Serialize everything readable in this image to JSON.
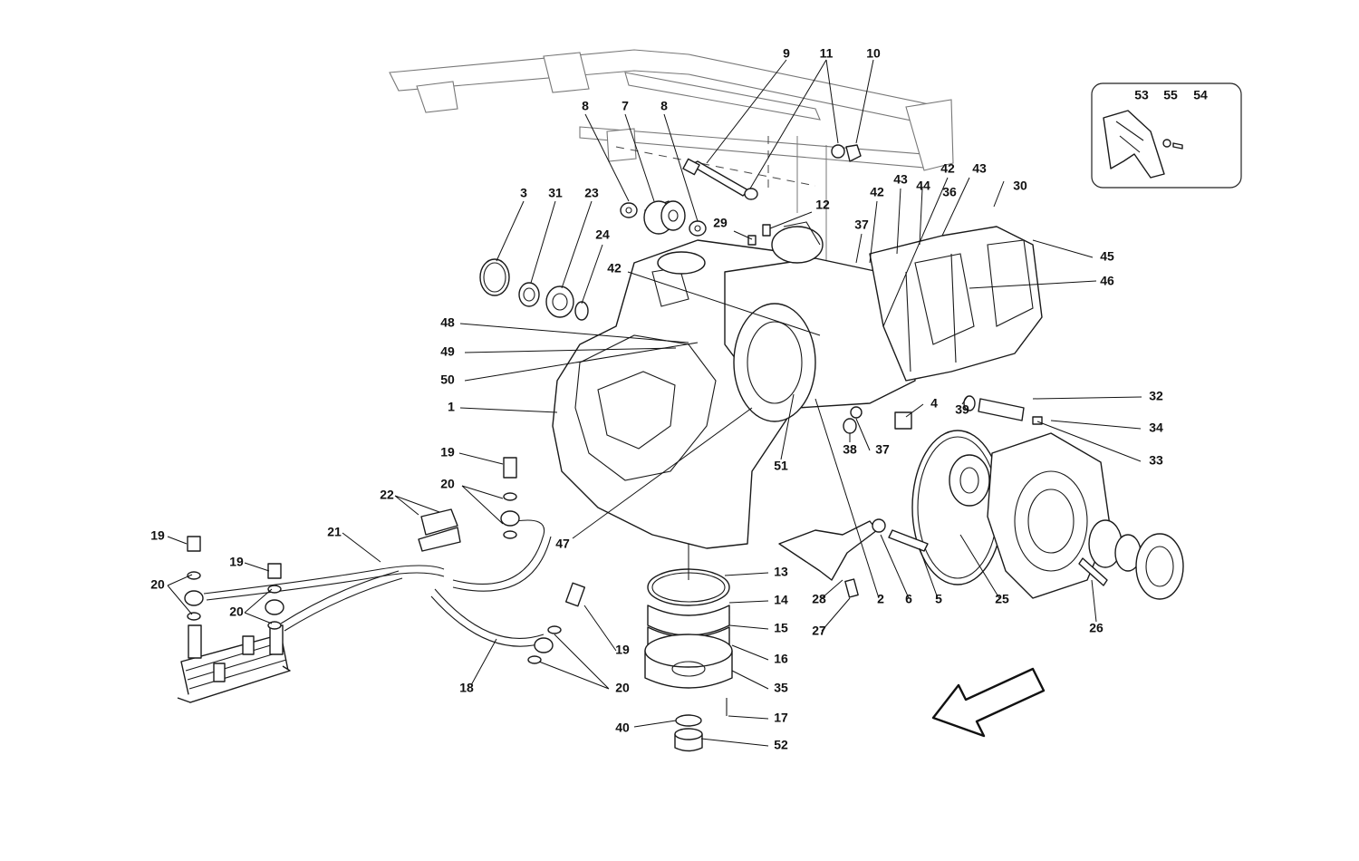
{
  "callouts": [
    {
      "id": "c9",
      "text": "9"
    },
    {
      "id": "c11",
      "text": "11"
    },
    {
      "id": "c10",
      "text": "10"
    },
    {
      "id": "c8a",
      "text": "8"
    },
    {
      "id": "c7",
      "text": "7"
    },
    {
      "id": "c8b",
      "text": "8"
    },
    {
      "id": "c3",
      "text": "3"
    },
    {
      "id": "c31",
      "text": "31"
    },
    {
      "id": "c23",
      "text": "23"
    },
    {
      "id": "c24",
      "text": "24"
    },
    {
      "id": "c29",
      "text": "29"
    },
    {
      "id": "c12",
      "text": "12"
    },
    {
      "id": "c42a",
      "text": "42"
    },
    {
      "id": "c37a",
      "text": "37"
    },
    {
      "id": "c42b",
      "text": "42"
    },
    {
      "id": "c43a",
      "text": "43"
    },
    {
      "id": "c44",
      "text": "44"
    },
    {
      "id": "c36",
      "text": "36"
    },
    {
      "id": "c42c",
      "text": "42"
    },
    {
      "id": "c43b",
      "text": "43"
    },
    {
      "id": "c30",
      "text": "30"
    },
    {
      "id": "c45",
      "text": "45"
    },
    {
      "id": "c46",
      "text": "46"
    },
    {
      "id": "c48",
      "text": "48"
    },
    {
      "id": "c49",
      "text": "49"
    },
    {
      "id": "c50",
      "text": "50"
    },
    {
      "id": "c1",
      "text": "1"
    },
    {
      "id": "c32",
      "text": "32"
    },
    {
      "id": "c39",
      "text": "39"
    },
    {
      "id": "c34",
      "text": "34"
    },
    {
      "id": "c33",
      "text": "33"
    },
    {
      "id": "c4",
      "text": "4"
    },
    {
      "id": "c38",
      "text": "38"
    },
    {
      "id": "c37b",
      "text": "37"
    },
    {
      "id": "c51",
      "text": "51"
    },
    {
      "id": "c19a",
      "text": "19"
    },
    {
      "id": "c20a",
      "text": "20"
    },
    {
      "id": "c22",
      "text": "22"
    },
    {
      "id": "c47",
      "text": "47"
    },
    {
      "id": "c21",
      "text": "21"
    },
    {
      "id": "c19b",
      "text": "19"
    },
    {
      "id": "c19c",
      "text": "19"
    },
    {
      "id": "c20b",
      "text": "20"
    },
    {
      "id": "c20c",
      "text": "20"
    },
    {
      "id": "c13",
      "text": "13"
    },
    {
      "id": "c14",
      "text": "14"
    },
    {
      "id": "c15",
      "text": "15"
    },
    {
      "id": "c16",
      "text": "16"
    },
    {
      "id": "c35",
      "text": "35"
    },
    {
      "id": "c17",
      "text": "17"
    },
    {
      "id": "c52",
      "text": "52"
    },
    {
      "id": "c40",
      "text": "40"
    },
    {
      "id": "c18",
      "text": "18"
    },
    {
      "id": "c19d",
      "text": "19"
    },
    {
      "id": "c20d",
      "text": "20"
    },
    {
      "id": "c28",
      "text": "28"
    },
    {
      "id": "c27",
      "text": "27"
    },
    {
      "id": "c2",
      "text": "2"
    },
    {
      "id": "c6",
      "text": "6"
    },
    {
      "id": "c5",
      "text": "5"
    },
    {
      "id": "c25",
      "text": "25"
    },
    {
      "id": "c26",
      "text": "26"
    },
    {
      "id": "c53",
      "text": "53"
    },
    {
      "id": "c55",
      "text": "55"
    },
    {
      "id": "c54",
      "text": "54"
    }
  ],
  "icons": {
    "orientation_arrow": "front-direction-arrow-icon"
  }
}
